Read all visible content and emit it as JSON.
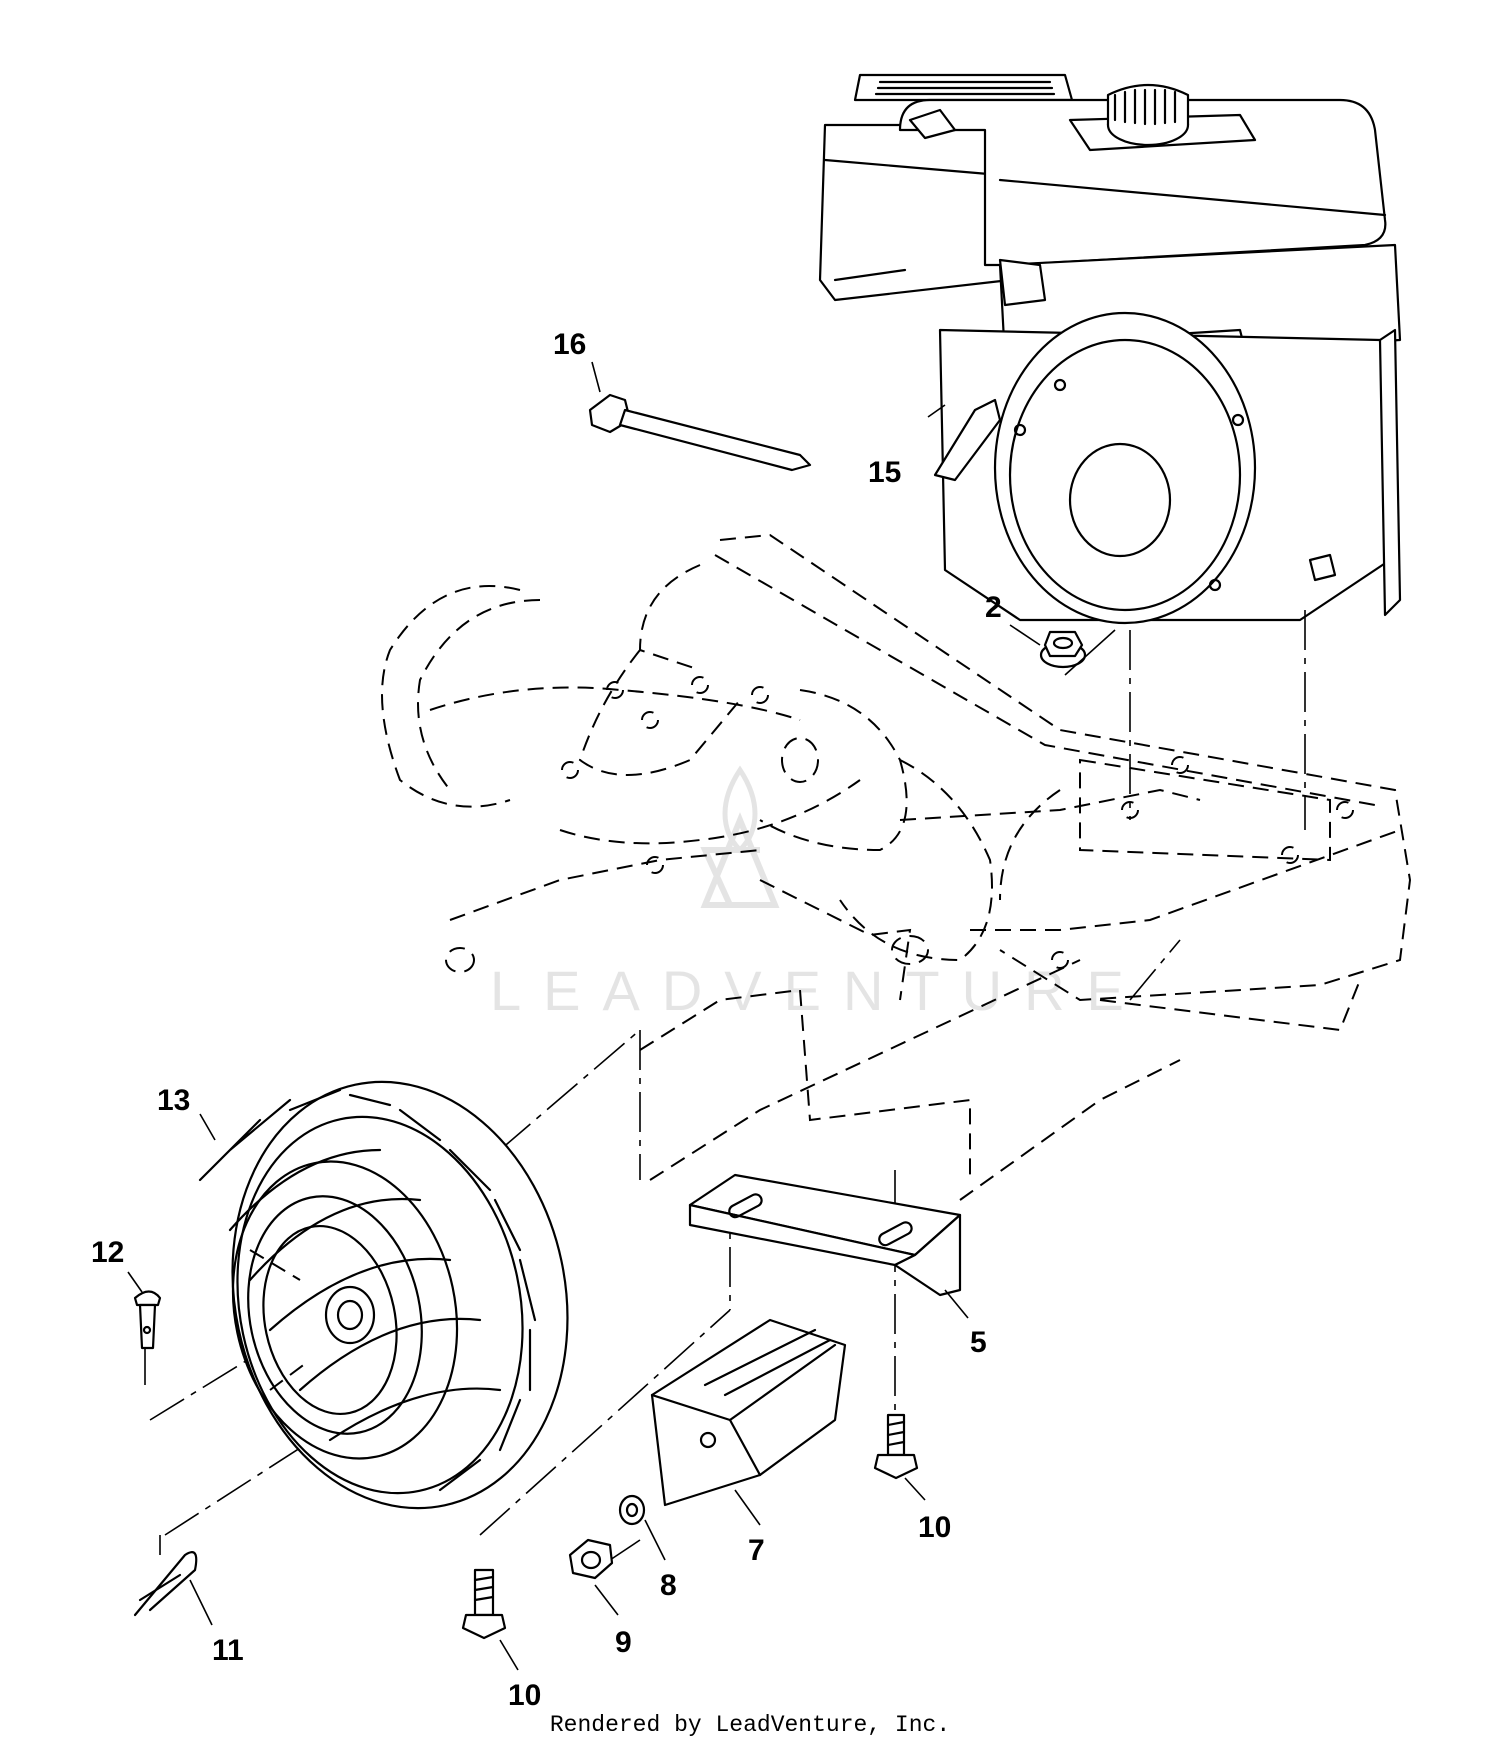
{
  "watermark": "LEADVENTURE",
  "footer": "Rendered by LeadVenture, Inc.",
  "callouts": [
    "16",
    "15",
    "2",
    "13",
    "12",
    "5",
    "7",
    "8",
    "9",
    "10",
    "10",
    "11"
  ]
}
